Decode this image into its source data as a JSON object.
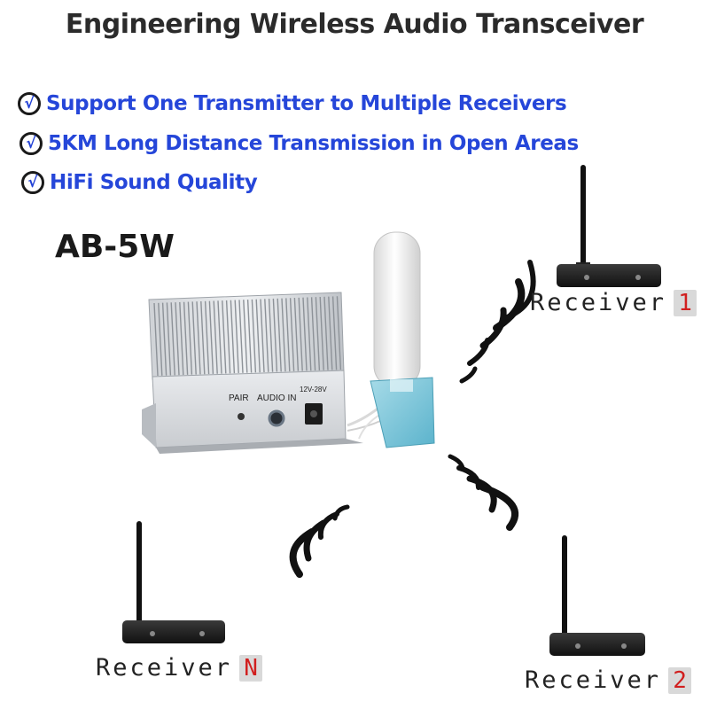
{
  "title": "Engineering Wireless Audio Transceiver",
  "features": [
    {
      "check": "√",
      "text": "Support One Transmitter to Multiple Receivers"
    },
    {
      "check": "√",
      "text": "5KM Long Distance Transmission in Open Areas"
    },
    {
      "check": "√",
      "text": "HiFi Sound Quality"
    }
  ],
  "model": "AB-5W",
  "transmitter": {
    "port_pair": "PAIR",
    "port_audio": "AUDIO IN",
    "port_power": "12V-28V"
  },
  "receivers": [
    {
      "label": "Receiver",
      "number": "1"
    },
    {
      "label": "Receiver",
      "number": "2"
    },
    {
      "label": "Receiver",
      "number": "N"
    }
  ],
  "colors": {
    "feature_text": "#2546d9",
    "receiver_number": "#d11f1f",
    "title": "#2b2b2b"
  }
}
